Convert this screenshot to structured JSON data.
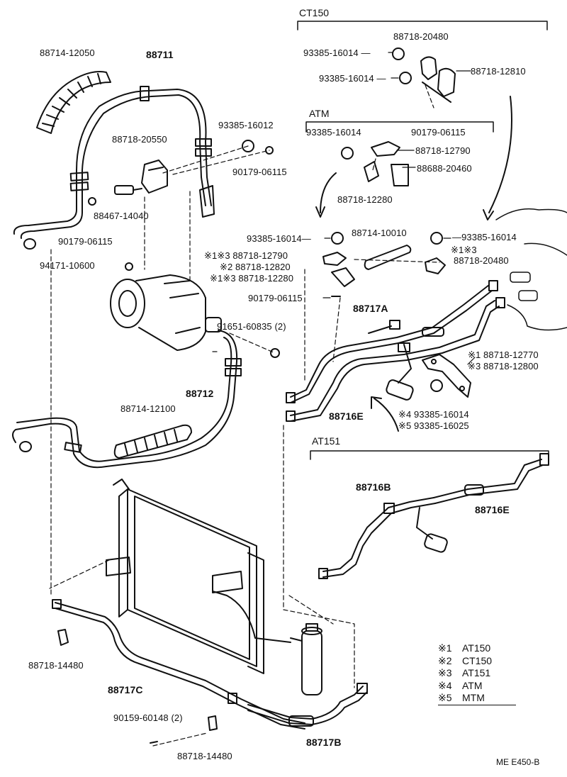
{
  "groups": {
    "ct150": "CT150",
    "atm": "ATM",
    "at151": "AT151"
  },
  "labels": {
    "p88718_20480_top": "88718-20480",
    "p93385_16014_a": "93385-16014 —",
    "p88718_12810": "88718-12810",
    "p93385_16014_b": "93385-16014 —",
    "p88714_12050": "88714-12050",
    "p88711": "88711",
    "p93385_16012": "93385-16012",
    "p88718_20550": "88718-20550",
    "p90179_06115_a": "90179-06115",
    "p93385_16014_c": "93385-16014",
    "p90179_06115_b": "90179-06115",
    "p88718_12790_atm": "88718-12790",
    "p88688_20460": "88688-20460",
    "p88718_12280_atm": "88718-12280",
    "p88467_14040": "88467-14040",
    "p90179_06115_c": "90179-06115",
    "p94171_10600": "94171-10600",
    "p93385_16014_d": "93385-16014—",
    "p88714_10010": "88714-10010",
    "p93385_16014_e": "—93385-16014",
    "note_1_3_right": "※1※3",
    "p88718_20480_right": "88718-20480",
    "p88718_12790": "※1※3 88718-12790",
    "p88718_12820": "※2 88718-12820",
    "p88718_12280": "※1※3 88718-12280",
    "p90179_06115_d": "90179-06115",
    "p88717A": "88717A",
    "p91651_60835": "91651-60835 (2)",
    "p88718_12770": "※1 88718-12770",
    "p88718_12800": "※3 88718-12800",
    "p88712": "88712",
    "p88714_12100": "88714-12100",
    "p88716E_a": "88716E",
    "p93385_16014_f": "※4 93385-16014",
    "p93385_16025": "※5 93385-16025",
    "p88716B": "88716B",
    "p88716E_b": "88716E",
    "p88718_14480_a": "88718-14480",
    "p88717C": "88717C",
    "p90159_60148": "90159-60148 (2)",
    "p88717B": "88717B",
    "p88718_14480_b": "88718-14480"
  },
  "legend": [
    {
      "mark": "※1",
      "text": "AT150"
    },
    {
      "mark": "※2",
      "text": "CT150"
    },
    {
      "mark": "※3",
      "text": "AT151"
    },
    {
      "mark": "※4",
      "text": "ATM"
    },
    {
      "mark": "※5",
      "text": "MTM"
    }
  ],
  "diagram_code": "ME E450-B"
}
